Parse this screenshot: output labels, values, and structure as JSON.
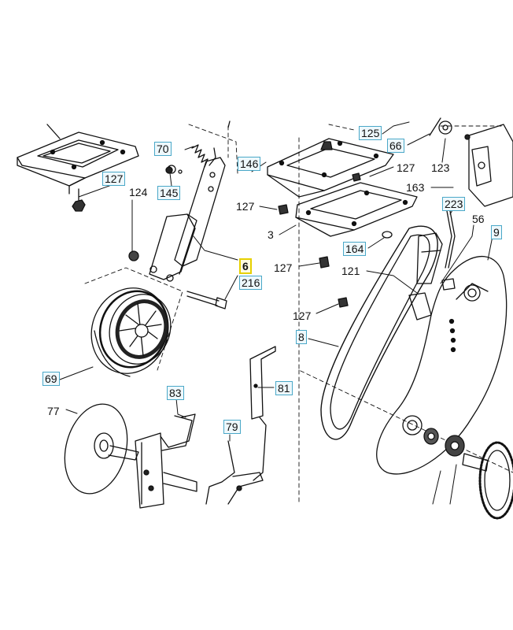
{
  "callouts": {
    "c125": "125",
    "c66": "66",
    "c123": "123",
    "c163": "163",
    "c223": "223",
    "c56": "56",
    "c9": "9",
    "c70": "70",
    "c146": "146",
    "c127_a": "127",
    "c127_b": "127",
    "c124": "124",
    "c145": "145",
    "c127_c": "127",
    "c3": "3",
    "c164": "164",
    "c127_d": "127",
    "c121": "121",
    "c6": "6",
    "c216": "216",
    "c127_e": "127",
    "c8": "8",
    "c69": "69",
    "c83": "83",
    "c81": "81",
    "c77": "77",
    "c79": "79"
  },
  "colors": {
    "line": "#111111",
    "label_box_border": "#4aa8c8",
    "label_box_fill": "#eef8fc",
    "highlight_border": "#e6d000"
  },
  "highlighted_part": "6"
}
